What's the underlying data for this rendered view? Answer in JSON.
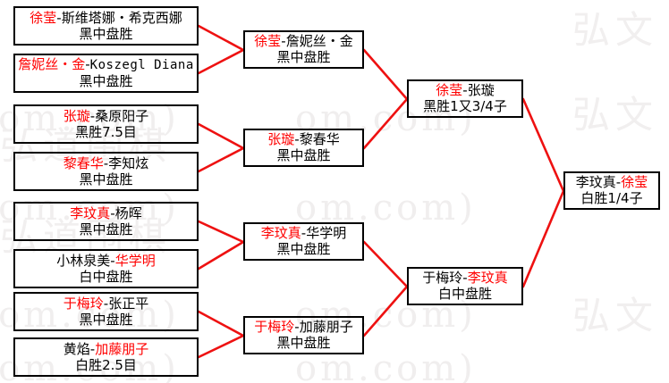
{
  "diagram": {
    "type": "single-elimination-bracket",
    "title": "",
    "colors": {
      "winner_text": "#ff0000",
      "box_border": "#000000",
      "connector_line": "#ff0000",
      "background": "#ffffff",
      "watermark": "#f0eeee"
    },
    "watermark": {
      "text_latin": "om.com)",
      "text_latin_alt": "oom.com)",
      "text_cjk": "弘道围棋",
      "text_cjk_alt": "弘文"
    }
  },
  "rounds": [
    {
      "name": "round-1",
      "matches": [
        {
          "id": "r1m1",
          "left_player": "徐莹",
          "right_player": "斯维塔娜・希克西娜",
          "separator": "-",
          "winner_side": "left",
          "result": "黑中盘胜",
          "right_is_latin": false
        },
        {
          "id": "r1m2",
          "left_player": "詹妮丝・金",
          "right_player": "Koszegl Diana",
          "separator": "-",
          "winner_side": "left",
          "result": "黑中盘胜",
          "right_is_latin": true
        },
        {
          "id": "r1m3",
          "left_player": "张璇",
          "right_player": "桑原阳子",
          "separator": "-",
          "winner_side": "left",
          "result": "黑胜7.5目",
          "right_is_latin": false
        },
        {
          "id": "r1m4",
          "left_player": "黎春华",
          "right_player": "李知炫",
          "separator": "-",
          "winner_side": "left",
          "result": "黑中盘胜",
          "right_is_latin": false
        },
        {
          "id": "r1m5",
          "left_player": "李玟真",
          "right_player": "杨晖",
          "separator": "-",
          "winner_side": "left",
          "result": "黑中盘胜",
          "right_is_latin": false
        },
        {
          "id": "r1m6",
          "left_player": "小林泉美",
          "right_player": "华学明",
          "separator": "-",
          "winner_side": "right",
          "result": "白中盘胜",
          "right_is_latin": false
        },
        {
          "id": "r1m7",
          "left_player": "于梅玲",
          "right_player": "张正平",
          "separator": "-",
          "winner_side": "left",
          "result": "黑中盘胜",
          "right_is_latin": false
        },
        {
          "id": "r1m8",
          "left_player": "黄焰",
          "right_player": "加藤朋子",
          "separator": "-",
          "winner_side": "right",
          "result": "白胜2.5目",
          "right_is_latin": false
        }
      ]
    },
    {
      "name": "round-2",
      "matches": [
        {
          "id": "r2m1",
          "left_player": "徐莹",
          "right_player": "詹妮丝・金",
          "separator": "-",
          "winner_side": "left",
          "result": "黑中盘胜",
          "right_is_latin": false
        },
        {
          "id": "r2m2",
          "left_player": "张璇",
          "right_player": "黎春华",
          "separator": "-",
          "winner_side": "left",
          "result": "黑中盘胜",
          "right_is_latin": false
        },
        {
          "id": "r2m3",
          "left_player": "李玟真",
          "right_player": "华学明",
          "separator": "-",
          "winner_side": "left",
          "result": "黑中盘胜",
          "right_is_latin": false
        },
        {
          "id": "r2m4",
          "left_player": "于梅玲",
          "right_player": "加藤朋子",
          "separator": "-",
          "winner_side": "left",
          "result": "黑中盘胜",
          "right_is_latin": false
        }
      ]
    },
    {
      "name": "round-3",
      "matches": [
        {
          "id": "r3m1",
          "left_player": "徐莹",
          "right_player": "张璇",
          "separator": "-",
          "winner_side": "left",
          "result": "黑胜1又3/4子",
          "right_is_latin": false
        },
        {
          "id": "r3m2",
          "left_player": "于梅玲",
          "right_player": "李玟真",
          "separator": "-",
          "winner_side": "right",
          "result": "白中盘胜",
          "right_is_latin": false
        }
      ]
    },
    {
      "name": "final",
      "matches": [
        {
          "id": "r4m1",
          "left_player": "李玟真",
          "right_player": "徐莹",
          "separator": "-",
          "winner_side": "right",
          "result": "白胜1/4子",
          "right_is_latin": false
        }
      ]
    }
  ]
}
